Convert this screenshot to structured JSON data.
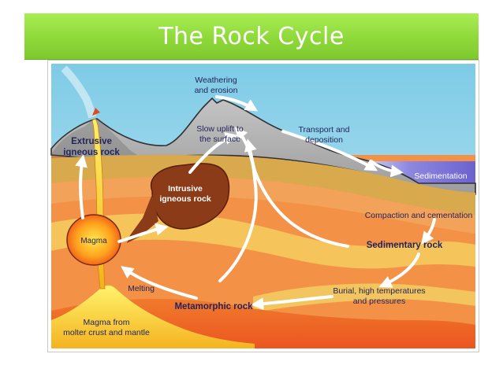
{
  "title": "The Rock Cycle",
  "labels": {
    "weathering": [
      "Weathering",
      "and erosion"
    ],
    "uplift": [
      "Slow uplift to",
      "the surface"
    ],
    "transport": [
      "Transport and",
      "deposition"
    ],
    "sedimentation": "Sedimentation",
    "extrusive": [
      "Extrusive",
      "igneous rock"
    ],
    "intrusive": [
      "Intrusive",
      "igneous rock"
    ],
    "magma": "Magma",
    "compaction": "Compaction and cementation",
    "sedimentary": "Sedimentary rock",
    "melting": "Melting",
    "burial": [
      "Burial, high temperatures",
      "and pressures"
    ],
    "metamorphic": "Metamorphic rock",
    "magma_source": [
      "Magma from",
      "molter crust and mantle"
    ]
  },
  "colors": {
    "title_bar": "#8fd83a",
    "sky": "#9ed8ec",
    "mountain": "#b0b0b0",
    "sea": "#7b72d6",
    "magma": "#f5a020",
    "label_dark": "#23245a"
  }
}
